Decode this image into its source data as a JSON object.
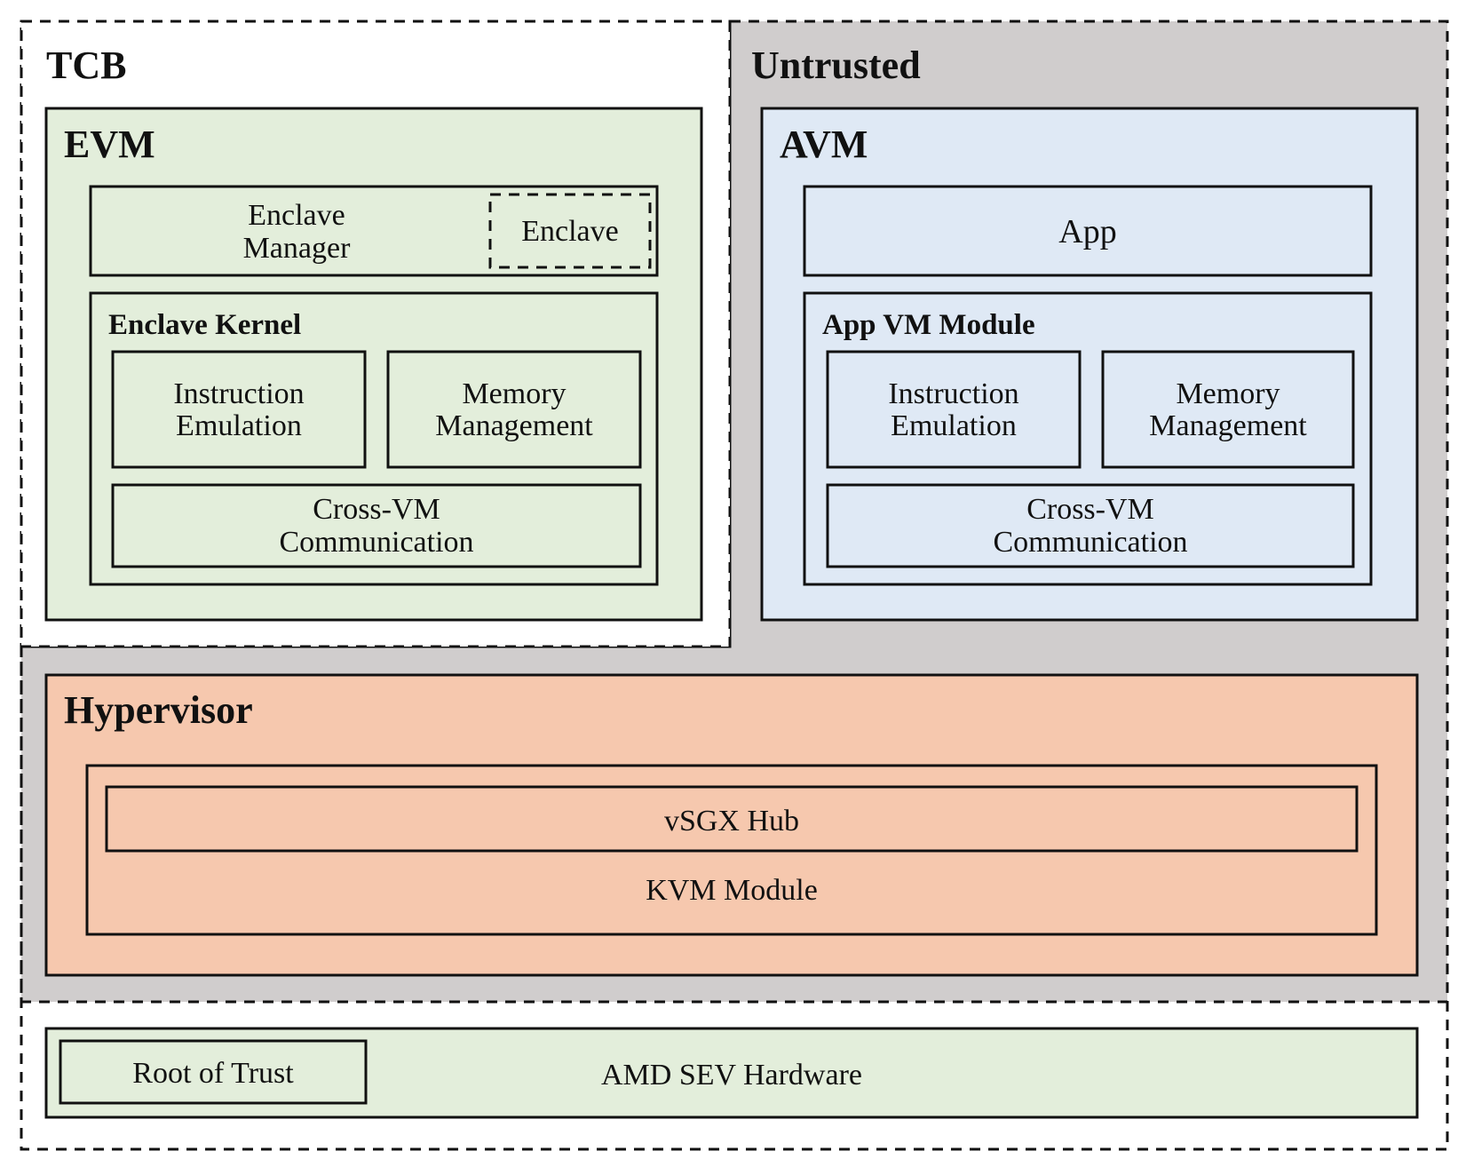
{
  "regions": {
    "tcb_label": "TCB",
    "untrusted_label": "Untrusted"
  },
  "evm": {
    "title": "EVM",
    "enclave_manager_line1": "Enclave",
    "enclave_manager_line2": "Manager",
    "enclave_label": "Enclave",
    "kernel": {
      "title": "Enclave Kernel",
      "instruction_line1": "Instruction",
      "instruction_line2": "Emulation",
      "memory_line1": "Memory",
      "memory_line2": "Management",
      "crossvm_line1": "Cross-VM",
      "crossvm_line2": "Communication"
    }
  },
  "avm": {
    "title": "AVM",
    "app_label": "App",
    "module": {
      "title": "App VM Module",
      "instruction_line1": "Instruction",
      "instruction_line2": "Emulation",
      "memory_line1": "Memory",
      "memory_line2": "Management",
      "crossvm_line1": "Cross-VM",
      "crossvm_line2": "Communication"
    }
  },
  "hypervisor": {
    "title": "Hypervisor",
    "vsgx_hub": "vSGX Hub",
    "kvm_module": "KVM Module"
  },
  "hardware": {
    "root_of_trust": "Root of Trust",
    "label": "AMD SEV Hardware"
  },
  "colors": {
    "green_fill": "#e3eedb",
    "blue_fill": "#dfe9f5",
    "orange_fill": "#f6c8ae",
    "gray_fill": "#d0cdcd",
    "stroke": "#111111"
  }
}
